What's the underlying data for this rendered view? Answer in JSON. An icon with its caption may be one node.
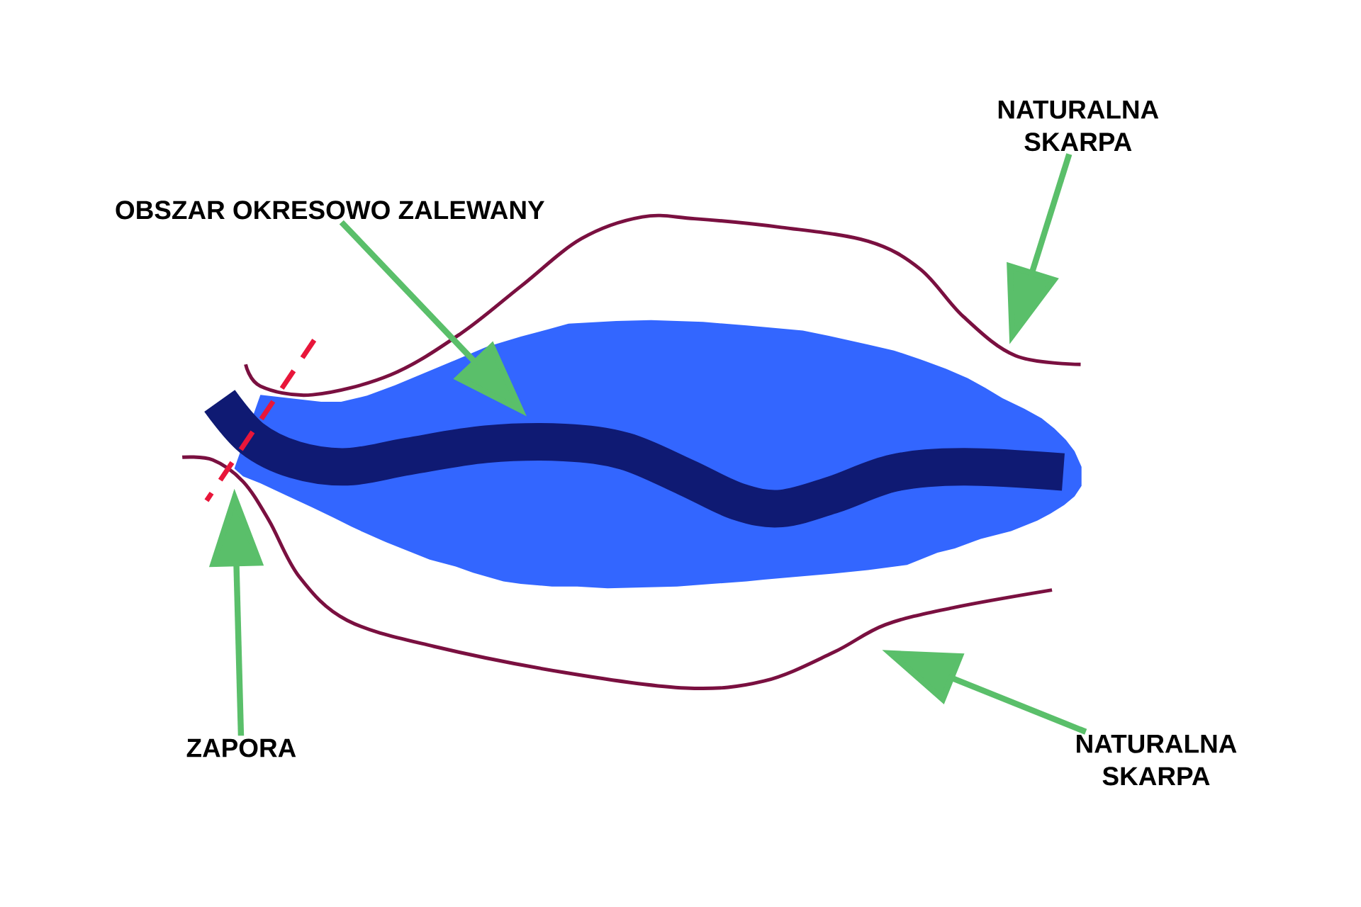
{
  "diagram": {
    "nodes": [
      {
        "text": [
          "OBSZAR OKRESOWO ZALEWANY"
        ]
      },
      {
        "text": [
          "NATURALNA SKARPA"
        ]
      },
      {
        "text": [
          "ZAPORA"
        ]
      },
      {
        "text": [
          "NATURALNA SKARPA"
        ]
      }
    ],
    "edges": [
      {
        "from": 0,
        "to": null,
        "arrow": "to"
      },
      {
        "from": 1,
        "to": null,
        "arrow": "to"
      },
      {
        "from": 2,
        "to": null,
        "arrow": "to"
      },
      {
        "from": 3,
        "to": null,
        "arrow": "to"
      }
    ]
  }
}
